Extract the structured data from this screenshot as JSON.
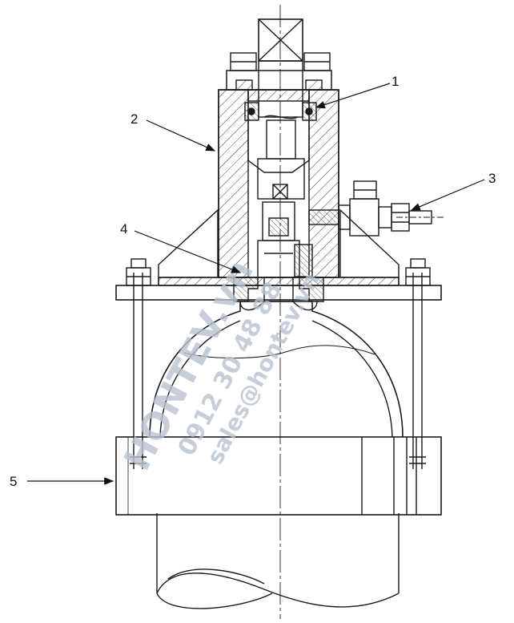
{
  "callouts": [
    {
      "id": "1",
      "text": "1"
    },
    {
      "id": "2",
      "text": "2"
    },
    {
      "id": "3",
      "text": "3"
    },
    {
      "id": "4",
      "text": "4"
    },
    {
      "id": "5",
      "text": "5"
    }
  ],
  "watermark": {
    "brand": "HONTEV.vn",
    "phone": "0912 30 48 88",
    "email": "sales@hontev.vn",
    "color": "#b8c2d2"
  },
  "colors": {
    "line": "#1a1a1a",
    "hatch": "#3a3a3a",
    "background": "#ffffff"
  }
}
